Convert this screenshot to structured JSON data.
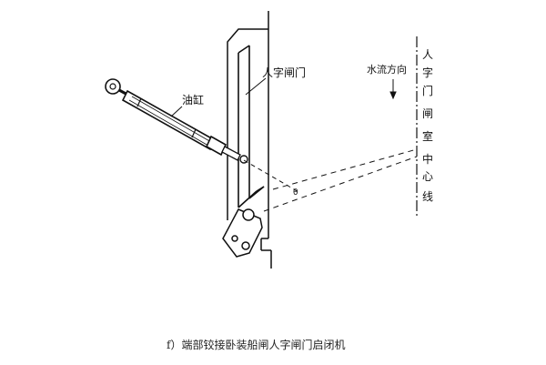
{
  "labels": {
    "cylinder": "油缸",
    "gate": "人字闸门",
    "flow_direction": "水流方向",
    "centerline": [
      "人",
      "字",
      "门",
      "闸",
      "室",
      "中",
      "心",
      "线"
    ],
    "angle": "θ"
  },
  "caption": "f）端部铰接卧装船闸人字闸门启闭机"
}
